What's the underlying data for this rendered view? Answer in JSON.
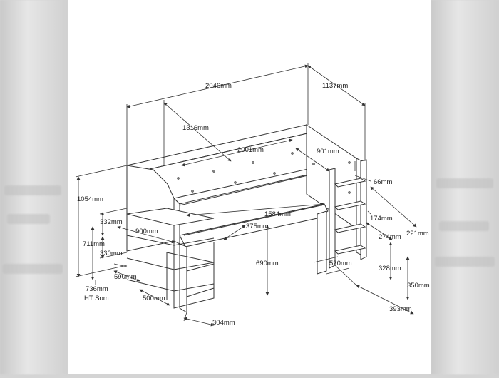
{
  "dimensions": {
    "overall_length": "2046mm",
    "overall_depth": "1137mm",
    "bed_inner_width": "1316mm",
    "mattress_length": "2001mm",
    "mattress_width": "901mm",
    "rail_height": "66mm",
    "total_height": "1054mm",
    "shelf_gap_top": "332mm",
    "shelf_depth": "900mm",
    "under_height": "711mm",
    "shelf_gap_bottom": "330mm",
    "shelf_unit_width": "590mm",
    "shelf_unit_depth": "500mm",
    "desk_length": "1584mm",
    "desk_depth": "375mm",
    "desk_height": "690mm",
    "desk_leg_width": "304mm",
    "ladder_step_1": "174mm",
    "ladder_width": "221mm",
    "ladder_step_2": "274mm",
    "ladder_step_3": "328mm",
    "ladder_step_4": "350mm",
    "ladder_base": "520mm",
    "ladder_depth": "393mm",
    "side_height": "736mm",
    "side_height_note": "HT Som"
  }
}
